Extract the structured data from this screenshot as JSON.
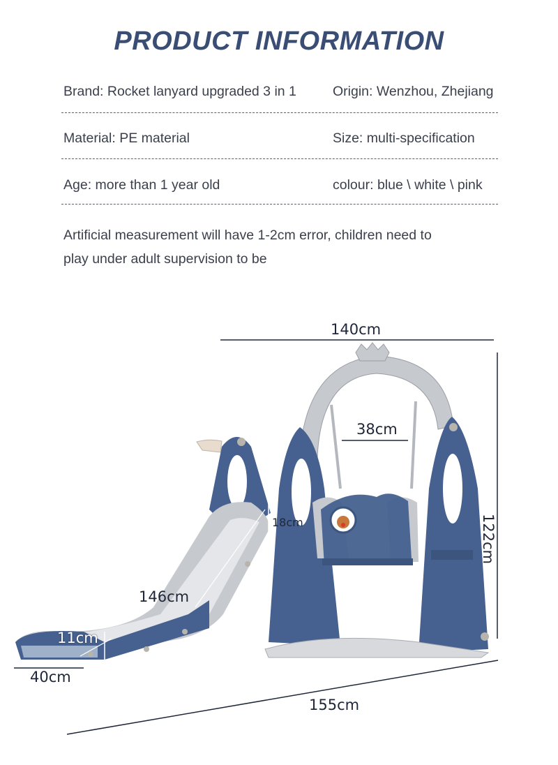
{
  "header": {
    "title": "PRODUCT INFORMATION",
    "title_color": "#3a4d75"
  },
  "specs": [
    {
      "left": "Brand: Rocket lanyard upgraded 3 in 1",
      "right": "Origin: Wenzhou, Zhejiang"
    },
    {
      "left": "Material: PE material",
      "right": "Size: multi-specification"
    },
    {
      "left": "Age: more than 1 year old",
      "right": "colour: blue \\ white \\ pink"
    }
  ],
  "note": {
    "line1": "Artificial measurement will have 1-2cm error, children need to",
    "line2": "play under adult supervision to be"
  },
  "diagram": {
    "product": "3-in-1 slide and swing set",
    "colors": {
      "frame_blue": "#46618f",
      "frame_grey": "#c6c9ce",
      "slide_light": "#e4e6ea"
    },
    "dimensions": {
      "top_width": "140cm",
      "swing_seat_width": "38cm",
      "height": "122cm",
      "slide_side_height": "18cm",
      "slide_length": "146cm",
      "slide_end_height": "11cm",
      "slide_width": "40cm",
      "total_length": "155cm"
    }
  }
}
